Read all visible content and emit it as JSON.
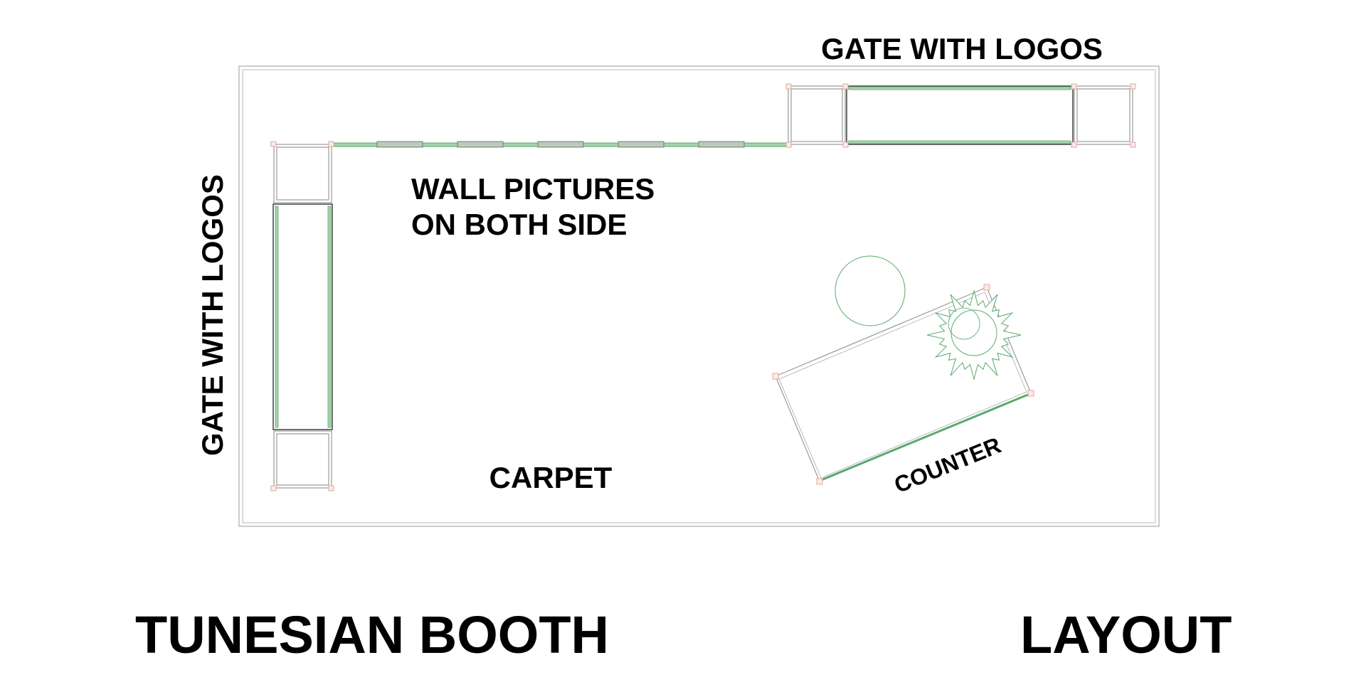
{
  "title": "TUNESIAN BOOTH",
  "subtitle": "LAYOUT",
  "labels": {
    "gate_top": "GATE WITH LOGOS",
    "gate_left": "GATE WITH LOGOS",
    "wall_pictures_line1": "WALL PICTURES",
    "wall_pictures_line2": "ON BOTH SIDE",
    "carpet": "CARPET",
    "counter": "COUNTER"
  },
  "colors": {
    "accent_green": "#5aa96c",
    "wall": "#9a9a9a",
    "post": "#e0a8a0",
    "text": "#000000"
  },
  "wall_picture_count": 5
}
